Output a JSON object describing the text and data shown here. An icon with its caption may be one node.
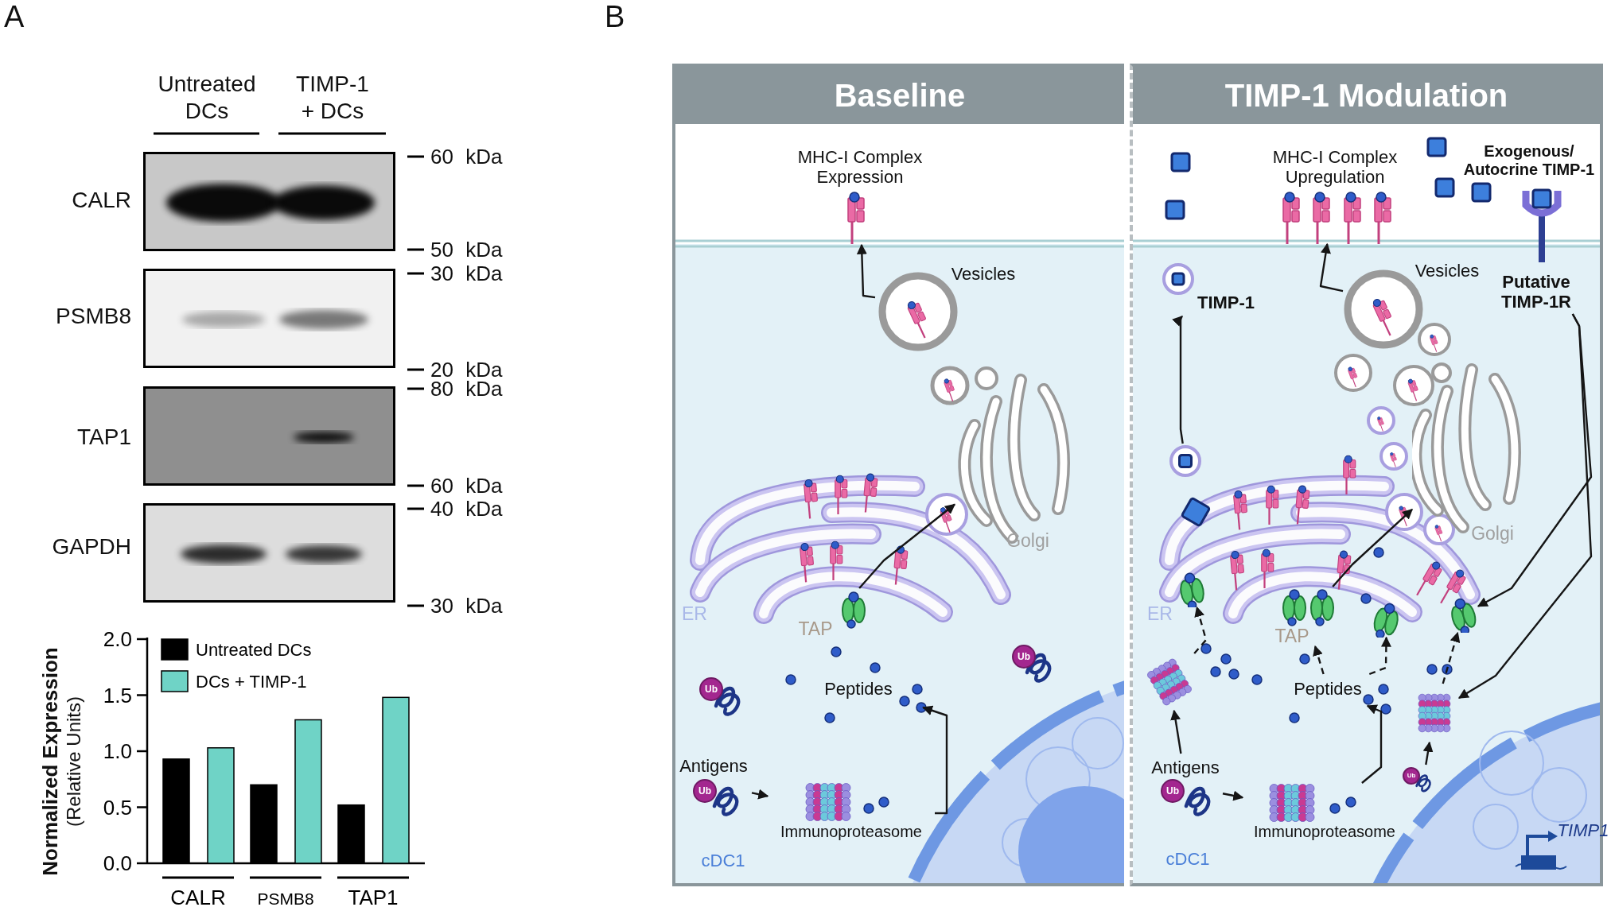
{
  "diagram": {
    "nodes": [
      {
        "text": [
          "Baseline"
        ]
      },
      {
        "text": [
          "TIMP-1 Modulation"
        ]
      },
      {
        "text": [
          "MHC-I Complex Expression"
        ],
        "in": 0
      },
      {
        "text": [
          "Vesicles"
        ],
        "in": 0
      },
      {
        "text": [
          "Golgi"
        ],
        "in": 0
      },
      {
        "text": [
          "ER"
        ],
        "in": 0
      },
      {
        "text": [
          "TAP"
        ],
        "in": 0
      },
      {
        "text": [
          "Peptides"
        ],
        "in": 0
      },
      {
        "text": [
          "Antigens"
        ],
        "in": 0
      },
      {
        "text": [
          "Immunoproteasome"
        ],
        "in": 0
      },
      {
        "text": [
          "MHC-I Complex Upregulation"
        ],
        "in": 1
      },
      {
        "text": [
          "Exogenous/ Autocrine TIMP-1"
        ],
        "in": 1
      },
      {
        "text": [
          "Vesicles"
        ],
        "in": 1
      },
      {
        "text": [
          "Putative TIMP-1R"
        ],
        "in": 1
      },
      {
        "text": [
          "TIMP-1"
        ],
        "in": 1
      },
      {
        "text": [
          "Golgi"
        ],
        "in": 1
      },
      {
        "text": [
          "ER"
        ],
        "in": 1
      },
      {
        "text": [
          "TAP"
        ],
        "in": 1
      },
      {
        "text": [
          "Peptides"
        ],
        "in": 1
      },
      {
        "text": [
          "Antigens"
        ],
        "in": 1
      },
      {
        "text": [
          "Immunoproteasome"
        ],
        "in": 1
      },
      {
        "text": [],
        "shape": "picture",
        "in": 1
      },
      {
        "text": [],
        "shape": "circle",
        "in": 1
      },
      {
        "text": [],
        "shape": "picture",
        "in": 1
      },
      {
        "text": [],
        "shape": "picture",
        "in": 1
      },
      {
        "text": [],
        "shape": "picture",
        "in": 1
      },
      {
        "text": [],
        "shape": "picture",
        "in": 1
      },
      {
        "text": [],
        "shape": "picture",
        "in": 1
      }
    ],
    "edges": [
      {
        "from": 3,
        "to": 2,
        "arrow": "to"
      },
      {
        "from": 6,
        "to": 4,
        "arrow": "to"
      },
      {
        "from": 9,
        "to": 7,
        "arrow": "to"
      },
      {
        "from": 8,
        "to": 9,
        "arrow": "to"
      },
      {
        "from": 12,
        "to": 10,
        "arrow": "to"
      },
      {
        "from": 22,
        "to": 14,
        "arrow": "to"
      },
      {
        "from": 13,
        "to": 27,
        "arrow": "to"
      },
      {
        "from": 13,
        "to": 26,
        "arrow": "to"
      },
      {
        "from": 17,
        "to": 15,
        "arrow": "to"
      },
      {
        "from": 21,
        "to": 23,
        "arrow": "to",
        "style": "dashed"
      },
      {
        "from": 18,
        "to": 17,
        "arrow": "to",
        "style": "dashed"
      },
      {
        "from": 18,
        "to": 24,
        "arrow": "to",
        "style": "dashed"
      },
      {
        "from": 26,
        "to": 27,
        "arrow": "to",
        "style": "dashed"
      },
      {
        "from": 19,
        "to": 21,
        "arrow": "to"
      },
      {
        "from": 19,
        "to": 20,
        "arrow": "to"
      },
      {
        "from": 20,
        "to": 18,
        "arrow": "to"
      },
      {
        "from": 25,
        "to": 26,
        "arrow": "to"
      }
    ],
    "labels": [
      "A",
      "B",
      "Untreated DCs",
      "TIMP-1 + DCs",
      "CALR",
      "60 kDa",
      "50 kDa",
      "PSMB8",
      "30 kDa",
      "20 kDa",
      "TAP1",
      "80 kDa",
      "60 kDa",
      "GAPDH",
      "40 kDa",
      "30 kDa",
      "Ub",
      "Ub",
      "Ub",
      "cDC1",
      "Ub",
      "Ub",
      "cDC1",
      "TIMP1"
    ],
    "chart_data": {
      "type": "bar",
      "ylabel": "**Normalized Expression** (Relative Units)",
      "categories": [
        "CALR",
        "PSMB8",
        "TAP1"
      ],
      "series": [
        {
          "name": "Untreated DCs",
          "color": "#000000",
          "values": [
            0.93,
            0.7,
            0.52
          ]
        },
        {
          "name": "DCs + TIMP-1",
          "color": "#6fd3c6",
          "values": [
            1.03,
            1.28,
            1.48
          ]
        }
      ],
      "legend": "upper left",
      "ylim": [
        0,
        2
      ],
      "yticks": [
        {
          "value": 0,
          "label": "0.0"
        },
        {
          "value": 0.5,
          "label": "0.5"
        },
        {
          "value": 1,
          "label": "1.0"
        },
        {
          "value": 1.5,
          "label": "1.5"
        },
        {
          "value": 2,
          "label": "2.0"
        }
      ]
    }
  }
}
